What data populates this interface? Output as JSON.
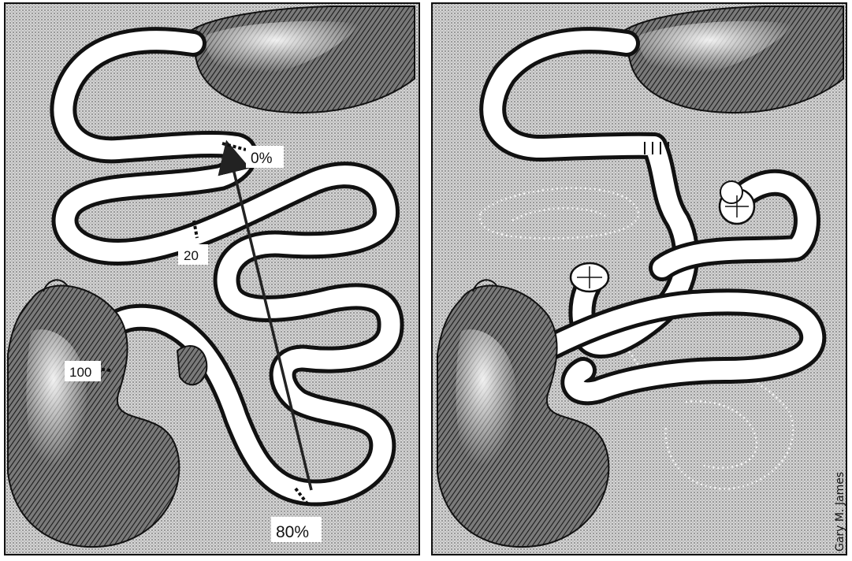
{
  "figure": {
    "left_panel": {
      "labels": {
        "start": "0%",
        "mid_20": "20",
        "mark_100": "100",
        "end": "80%"
      }
    },
    "right_panel": {},
    "signature": "Gary M. James"
  },
  "colors": {
    "panel_fill": "#cfcfcf",
    "bowel_outline": "#111111",
    "bowel_fill": "#ffffff",
    "organ_fill": "#8a8a8a",
    "arrow": "#222222"
  }
}
